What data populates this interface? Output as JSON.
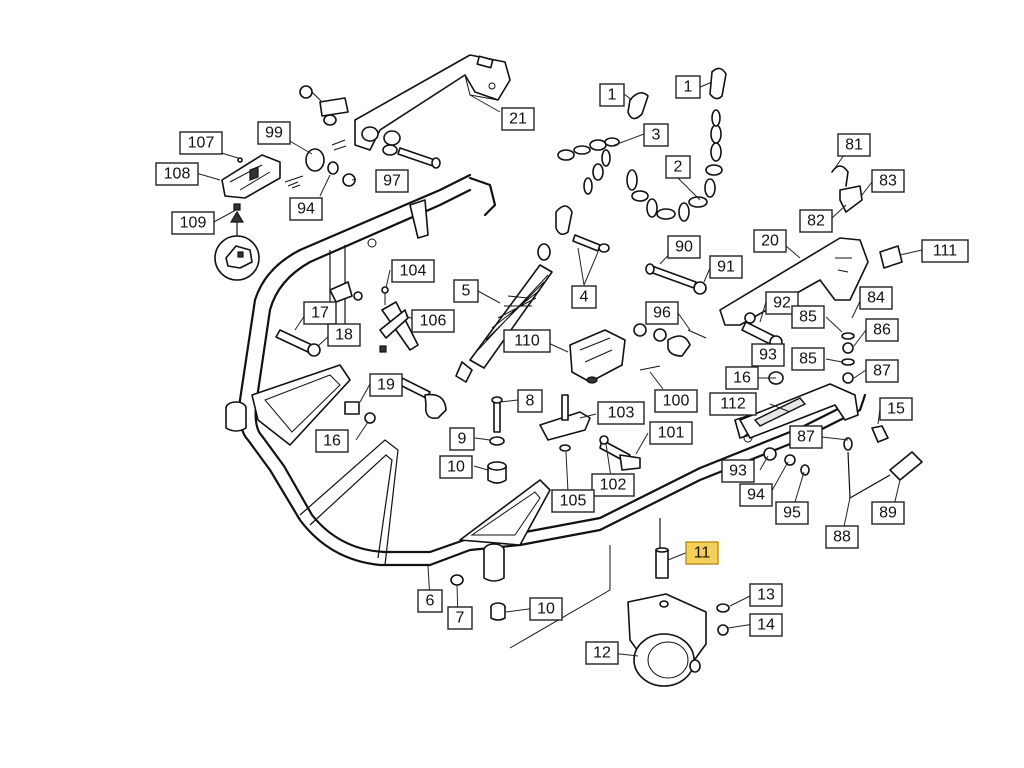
{
  "labels": [
    {
      "id": "107",
      "text": "107"
    },
    {
      "id": "108",
      "text": "108"
    },
    {
      "id": "109",
      "text": "109"
    },
    {
      "id": "99",
      "text": "99"
    },
    {
      "id": "97",
      "text": "97"
    },
    {
      "id": "94a",
      "text": "94"
    },
    {
      "id": "21",
      "text": "21"
    },
    {
      "id": "1a",
      "text": "1"
    },
    {
      "id": "1b",
      "text": "1"
    },
    {
      "id": "3",
      "text": "3"
    },
    {
      "id": "2",
      "text": "2"
    },
    {
      "id": "81",
      "text": "81"
    },
    {
      "id": "83",
      "text": "83"
    },
    {
      "id": "82",
      "text": "82"
    },
    {
      "id": "20",
      "text": "20"
    },
    {
      "id": "111",
      "text": "111"
    },
    {
      "id": "84",
      "text": "84"
    },
    {
      "id": "90",
      "text": "90"
    },
    {
      "id": "91",
      "text": "91"
    },
    {
      "id": "4",
      "text": "4"
    },
    {
      "id": "92",
      "text": "92"
    },
    {
      "id": "85a",
      "text": "85"
    },
    {
      "id": "86",
      "text": "86"
    },
    {
      "id": "85b",
      "text": "85"
    },
    {
      "id": "87a",
      "text": "87"
    },
    {
      "id": "96",
      "text": "96"
    },
    {
      "id": "93a",
      "text": "93"
    },
    {
      "id": "104",
      "text": "104"
    },
    {
      "id": "5",
      "text": "5"
    },
    {
      "id": "17",
      "text": "17"
    },
    {
      "id": "106",
      "text": "106"
    },
    {
      "id": "18",
      "text": "18"
    },
    {
      "id": "110",
      "text": "110"
    },
    {
      "id": "19",
      "text": "19"
    },
    {
      "id": "16a",
      "text": "16"
    },
    {
      "id": "16b",
      "text": "16"
    },
    {
      "id": "100",
      "text": "100"
    },
    {
      "id": "112",
      "text": "112"
    },
    {
      "id": "15",
      "text": "15"
    },
    {
      "id": "8",
      "text": "8"
    },
    {
      "id": "103",
      "text": "103"
    },
    {
      "id": "87b",
      "text": "87"
    },
    {
      "id": "9",
      "text": "9"
    },
    {
      "id": "101",
      "text": "101"
    },
    {
      "id": "10a",
      "text": "10"
    },
    {
      "id": "93b",
      "text": "93"
    },
    {
      "id": "102",
      "text": "102"
    },
    {
      "id": "94b",
      "text": "94"
    },
    {
      "id": "105",
      "text": "105"
    },
    {
      "id": "95",
      "text": "95"
    },
    {
      "id": "89",
      "text": "89"
    },
    {
      "id": "88",
      "text": "88"
    },
    {
      "id": "11",
      "text": "11"
    },
    {
      "id": "6",
      "text": "6"
    },
    {
      "id": "7",
      "text": "7"
    },
    {
      "id": "10b",
      "text": "10"
    },
    {
      "id": "13",
      "text": "13"
    },
    {
      "id": "14",
      "text": "14"
    },
    {
      "id": "12",
      "text": "12"
    }
  ],
  "highlighted_label": "11",
  "colors": {
    "highlight": "#f4cf5a",
    "line": "#111111",
    "background": "#ffffff"
  },
  "icons": [
    "magnifier-detail-icon",
    "arrow-up-icon"
  ]
}
